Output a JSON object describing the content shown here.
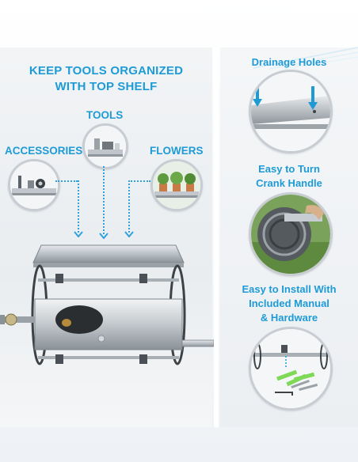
{
  "left": {
    "headline_line1": "KEEP TOOLS ORGANIZED",
    "headline_line2": "WITH TOP SHELF",
    "tools_label": "TOOLS",
    "accessories_label": "ACCESSORIES",
    "flowers_label": "FLOWERS"
  },
  "right": {
    "drainage_label": "Drainage Holes",
    "crank_line1": "Easy to Turn",
    "crank_line2": "Crank Handle",
    "install_line1": "Easy to Install With",
    "install_line2": "Included Manual",
    "install_line3": "& Hardware"
  },
  "colors": {
    "accent": "#1e9bd7",
    "steel": "#b9c0c6",
    "circle_border": "#c7cdd3"
  }
}
